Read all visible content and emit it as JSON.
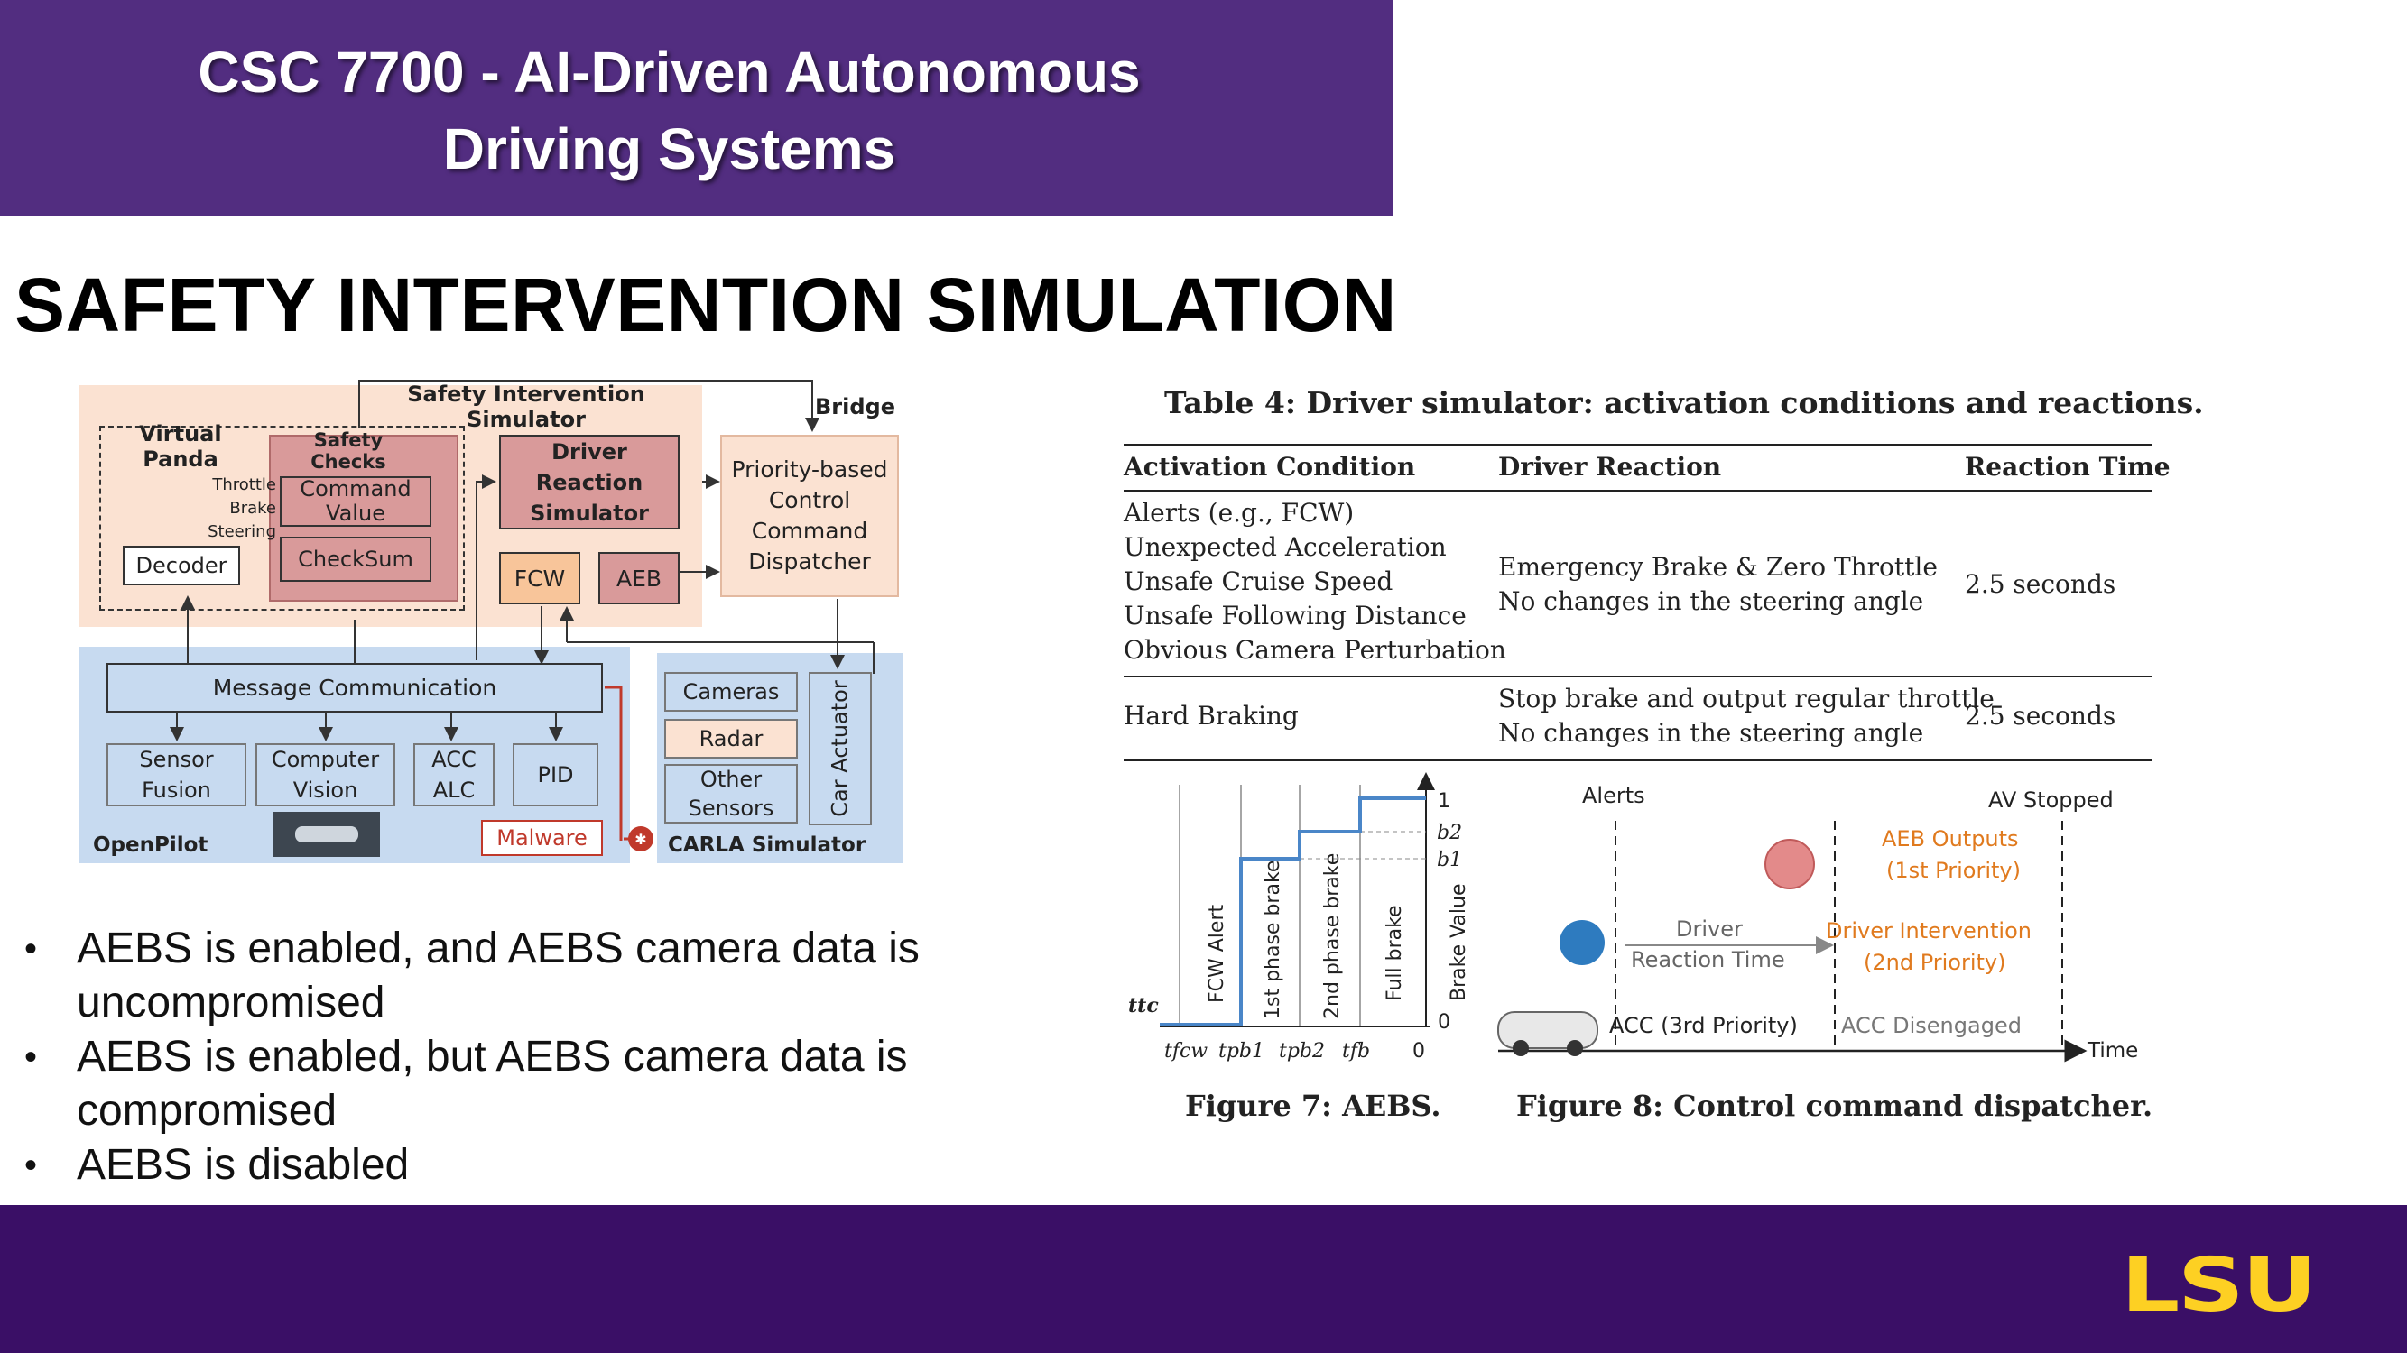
{
  "header": {
    "course_title_line1": "CSC 7700 - AI-Driven Autonomous",
    "course_title_line2": "Driving Systems"
  },
  "slide": {
    "heading": "SAFETY INTERVENTION SIMULATION"
  },
  "bullets": [
    "AEBS is enabled, and AEBS camera data is uncompromised",
    "AEBS is enabled, but AEBS camera data is compromised",
    "AEBS is disabled"
  ],
  "architecture": {
    "safety_intervention_simulator": "Safety Intervention Simulator",
    "bridge": "Bridge",
    "virtual_panda": "Virtual Panda",
    "safety_checks": "Safety Checks",
    "command_value": "Command Value",
    "checksum": "CheckSum",
    "throttle": "Throttle",
    "brake": "Brake",
    "steering": "Steering",
    "decoder": "Decoder",
    "driver_reaction_simulator": "Driver Reaction Simulator",
    "fcw": "FCW",
    "aeb": "AEB",
    "dispatcher": "Priority-based Control Command Dispatcher",
    "message_communication": "Message Communication",
    "sensor_fusion": "Sensor Fusion",
    "computer_vision": "Computer Vision",
    "acc_alc": "ACC ALC",
    "pid": "PID",
    "malware": "Malware",
    "openpilot": "OpenPilot",
    "cameras": "Cameras",
    "radar": "Radar",
    "other_sensors": "Other Sensors",
    "car_actuator": "Car Actuator",
    "carla_simulator": "CARLA Simulator"
  },
  "table": {
    "caption": "Table 4: Driver simulator: activation conditions and reactions.",
    "headers": [
      "Activation Condition",
      "Driver Reaction",
      "Reaction Time"
    ],
    "row1_conditions": [
      "Alerts (e.g., FCW)",
      "Unexpected Acceleration",
      "Unsafe Cruise Speed",
      "Unsafe Following Distance",
      "Obvious Camera Perturbation"
    ],
    "row1_reaction": [
      "Emergency Brake & Zero Throttle",
      "No changes in the steering angle"
    ],
    "row1_time": "2.5 seconds",
    "row2_condition": "Hard Braking",
    "row2_reaction": [
      "Stop brake and output regular throttle",
      "No changes in the steering angle"
    ],
    "row2_time": "2.5 seconds"
  },
  "figure7": {
    "caption": "Figure 7: AEBS.",
    "labels": [
      "FCW Alert",
      "1st phase brake",
      "2nd phase brake",
      "Full brake"
    ],
    "y_axis": "Brake Value",
    "y_ticks": [
      "1",
      "b2",
      "b1",
      "0"
    ],
    "x_ticks": [
      "tfcw",
      "tpb1",
      "tpb2",
      "tfb",
      "0"
    ],
    "ttc": "ttc"
  },
  "figure8": {
    "caption": "Figure 8: Control command dispatcher.",
    "alerts": "Alerts",
    "av_stopped": "AV Stopped",
    "aeb_outputs": "AEB Outputs",
    "aeb_priority": "(1st Priority)",
    "driver_intervention": "Driver Intervention",
    "driver_priority": "(2nd Priority)",
    "driver": "Driver",
    "reaction_time": "Reaction Time",
    "acc": "ACC (3rd Priority)",
    "acc_disengaged": "ACC Disengaged",
    "time": "Time"
  },
  "footer": {
    "logo": "LSU"
  }
}
